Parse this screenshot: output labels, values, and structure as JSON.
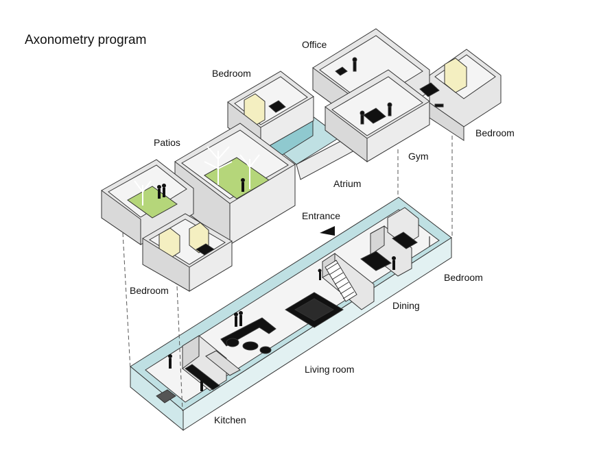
{
  "title": "Axonometry program",
  "labels": {
    "office": "Office",
    "bedroom_upper_left": "Bedroom",
    "patios": "Patios",
    "bedroom_upper_right": "Bedroom",
    "gym": "Gym",
    "atrium": "Atrium",
    "entrance": "Entrance",
    "bedroom_lower_right": "Bedroom",
    "bedroom_lower_left": "Bedroom",
    "dining": "Dining",
    "living_room": "Living room",
    "kitchen": "Kitchen"
  },
  "colors": {
    "wall_top": "#ffffff",
    "wall_side": "#d9d9d9",
    "wall_front": "#e6e6e6",
    "floor": "#f2f2f2",
    "patio_lawn": "#b5d67a",
    "accent_wall": "#f4efc1",
    "glass": "#bfe0e3",
    "glass_dark": "#8fc9cf",
    "outline": "#333333"
  }
}
